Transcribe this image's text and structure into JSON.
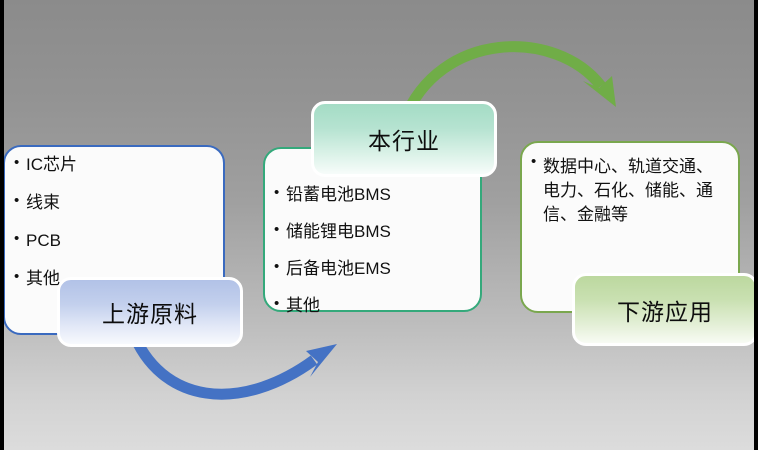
{
  "diagram": {
    "type": "value-chain",
    "title_hidden": "",
    "background": {
      "gradient_top": "#8b8b8b",
      "gradient_bottom": "#dcdcdc"
    },
    "stages": [
      {
        "id": "upstream",
        "label": "上游原料",
        "accent_color": "#3a6abf",
        "chip_color": "#b2c2e7",
        "items": [
          "IC芯片",
          "线束",
          "PCB",
          "其他"
        ]
      },
      {
        "id": "this-industry",
        "label": "本行业",
        "accent_color": "#34a97b",
        "chip_color": "#a4dcc5",
        "items": [
          "铅蓄电池BMS",
          "储能锂电BMS",
          "后备电池EMS",
          "其他"
        ]
      },
      {
        "id": "downstream",
        "label": "下游应用",
        "accent_color": "#7aa74e",
        "chip_color": "#bcd89f",
        "items": [
          "数据中心、轨道交通、电力、石化、储能、通信、金融等"
        ]
      }
    ],
    "arrows": [
      {
        "id": "arrow-upstream-to-industry",
        "name": "curved-arrow-icon",
        "color": "#4472c4",
        "direction": "left-to-right",
        "curve": "dip-down"
      },
      {
        "id": "arrow-industry-to-downstream",
        "name": "curved-arrow-icon",
        "color": "#70ad47",
        "direction": "left-to-right",
        "curve": "arc-up"
      }
    ]
  }
}
